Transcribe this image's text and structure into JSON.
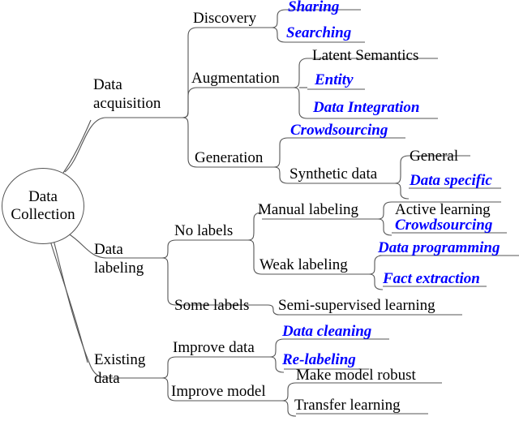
{
  "diagram": {
    "title": "Data Collection",
    "type": "mind-map",
    "colors": {
      "normal_text": "#000000",
      "highlight_text": "#0000ff",
      "connector": "#555555",
      "background": "#ffffff"
    },
    "root": {
      "label_line1": "Data",
      "label_line2": "Collection"
    },
    "branches": [
      {
        "label_line1": "Data",
        "label_line2": "acquisition",
        "highlight": false,
        "children": [
          {
            "label": "Discovery",
            "highlight": false,
            "children": [
              {
                "label": "Sharing",
                "highlight": true
              },
              {
                "label": "Searching",
                "highlight": true
              }
            ]
          },
          {
            "label": "Augmentation",
            "highlight": false,
            "children": [
              {
                "label": "Latent Semantics",
                "highlight": false
              },
              {
                "label": "Entity",
                "highlight": true
              },
              {
                "label": "Data Integration",
                "highlight": true
              }
            ]
          },
          {
            "label": "Generation",
            "highlight": false,
            "children": [
              {
                "label": "Crowdsourcing",
                "highlight": true
              },
              {
                "label": "Synthetic data",
                "highlight": false,
                "children": [
                  {
                    "label": "General",
                    "highlight": false
                  },
                  {
                    "label": "Data specific",
                    "highlight": true
                  }
                ]
              }
            ]
          }
        ]
      },
      {
        "label_line1": "Data",
        "label_line2": "labeling",
        "highlight": false,
        "children": [
          {
            "label": "No labels",
            "highlight": false,
            "children": [
              {
                "label": "Manual labeling",
                "highlight": false,
                "children": [
                  {
                    "label": "Active learning",
                    "highlight": false
                  },
                  {
                    "label": "Crowdsourcing",
                    "highlight": true
                  }
                ]
              },
              {
                "label": "Weak labeling",
                "highlight": false,
                "children": [
                  {
                    "label": "Data programming",
                    "highlight": true
                  },
                  {
                    "label": "Fact extraction",
                    "highlight": true
                  }
                ]
              }
            ]
          },
          {
            "label": "Some labels",
            "highlight": false,
            "children": [
              {
                "label": "Semi-supervised learning",
                "highlight": false
              }
            ]
          }
        ]
      },
      {
        "label_line1": "Existing",
        "label_line2": "data",
        "highlight": false,
        "children": [
          {
            "label": "Improve data",
            "highlight": false,
            "children": [
              {
                "label": "Data cleaning",
                "highlight": true
              },
              {
                "label": "Re-labeling",
                "highlight": true
              }
            ]
          },
          {
            "label": "Improve model",
            "highlight": false,
            "children": [
              {
                "label": "Make model robust",
                "highlight": false
              },
              {
                "label": "Transfer learning",
                "highlight": false
              }
            ]
          }
        ]
      }
    ]
  }
}
